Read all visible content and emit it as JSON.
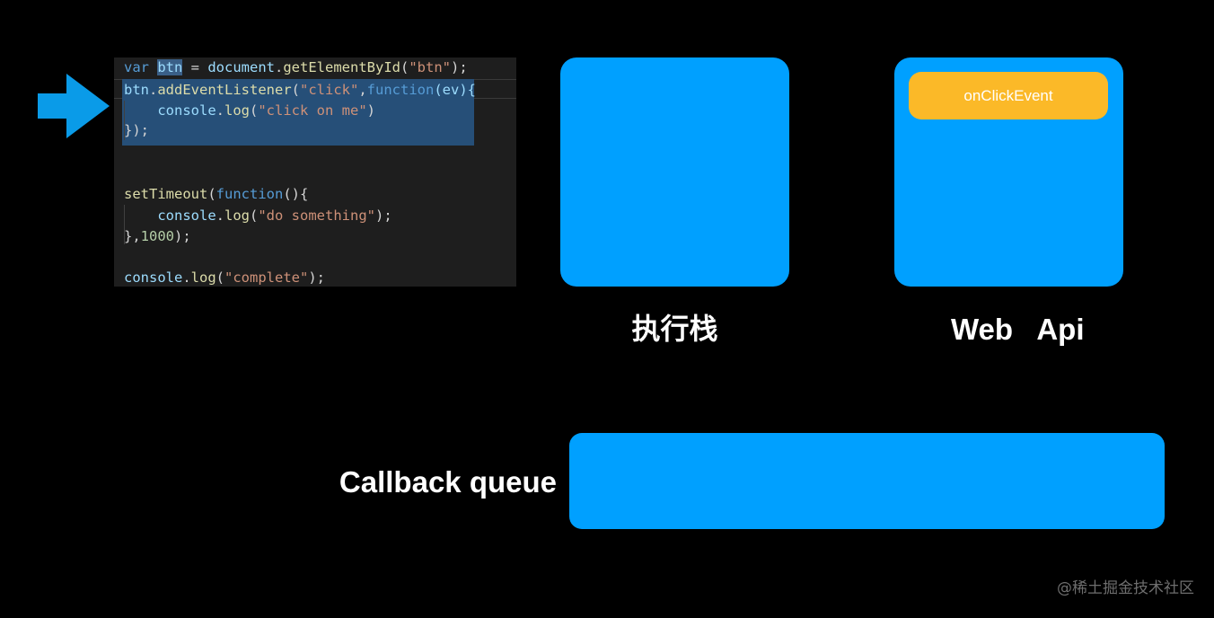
{
  "code": {
    "line1": {
      "kw": "var",
      "sp1": " ",
      "name": "btn",
      "eq": " = ",
      "obj": "document",
      "dot": ".",
      "method": "getElementById",
      "open": "(",
      "arg": "\"btn\"",
      "close": ");"
    },
    "line2": {
      "name": "btn",
      "dot": ".",
      "method": "addEventListener",
      "open": "(",
      "arg": "\"click\"",
      "comma": ",",
      "fnkw": "function",
      "params": "(ev){"
    },
    "line3": {
      "indent": "    ",
      "obj": "console",
      "dot": ".",
      "method": "log",
      "open": "(",
      "arg": "\"click on me\"",
      "close": ")"
    },
    "line4": {
      "text": "});"
    },
    "line5": {
      "method": "setTimeout",
      "open": "(",
      "fnkw": "function",
      "rest": "(){"
    },
    "line6": {
      "indent": "    ",
      "obj": "console",
      "dot": ".",
      "method": "log",
      "open": "(",
      "arg": "\"do something\"",
      "close": ");"
    },
    "line7": {
      "pre": "},",
      "num": "1000",
      "post": ");"
    },
    "line8": {
      "obj": "console",
      "dot": ".",
      "method": "log",
      "open": "(",
      "arg": "\"complete\"",
      "close": ");"
    }
  },
  "diagram": {
    "stack_label": "执行栈",
    "webapi_label": "Web   Api",
    "webapi_event": "onClickEvent",
    "queue_label": "Callback queue"
  },
  "watermark": "@稀土掘金技术社区",
  "colors": {
    "background": "#000000",
    "box_blue": "#00a0ff",
    "event_yellow": "#fbb928",
    "arrow_blue": "#0a9be8"
  },
  "icons": {
    "pointer_arrow": "right-arrow-icon"
  }
}
